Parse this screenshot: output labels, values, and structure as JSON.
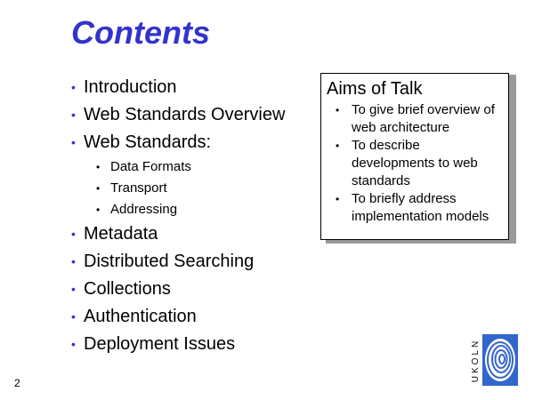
{
  "slide": {
    "title": "Contents",
    "page_number": "2",
    "main_bullets_top": [
      "Introduction",
      "Web Standards Overview",
      "Web Standards:"
    ],
    "sub_bullets": [
      "Data Formats",
      "Transport",
      "Addressing"
    ],
    "main_bullets_bottom": [
      "Metadata",
      "Distributed Searching",
      "Collections",
      "Authentication",
      "Deployment Issues"
    ],
    "bullet_color": "#3333cc"
  },
  "aims": {
    "title": "Aims of Talk",
    "items": [
      "To give brief overview of web architecture",
      "To describe developments to web standards",
      "To briefly address implementation models"
    ]
  },
  "logo": {
    "text": "UKOLN",
    "icon": "ukoln-swirl-logo",
    "color": "#3366cc"
  }
}
